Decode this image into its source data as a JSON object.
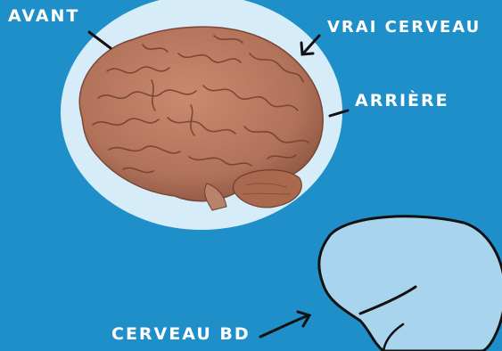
{
  "labels": {
    "front": "AVANT",
    "real_brain": "VRAI CERVEAU",
    "back": "ARRIÈRE",
    "cartoon_brain": "CERVEAU BD"
  },
  "colors": {
    "background": "#1e8fc9",
    "halo": "#d6ecf8",
    "brain": "#b9785e",
    "cartoon_brain": "#a8d4ee",
    "ink": "#111111",
    "label_text": "#ffffff"
  }
}
